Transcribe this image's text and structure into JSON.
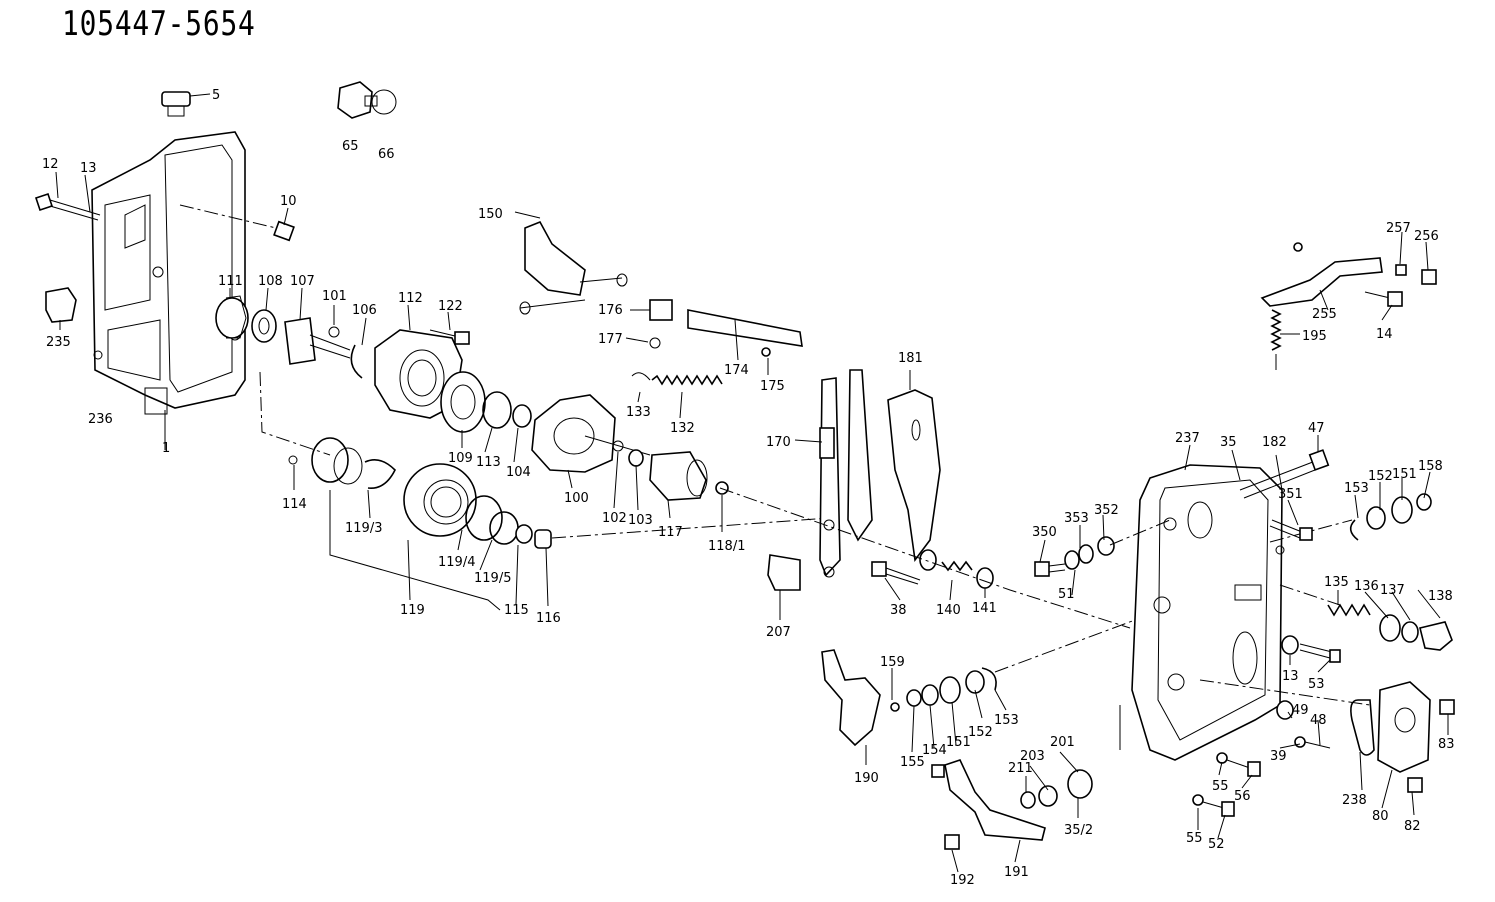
{
  "title": "105447-5654",
  "labels": [
    "5",
    "65",
    "66",
    "12",
    "13",
    "10",
    "235",
    "236",
    "1",
    "111",
    "108",
    "107",
    "101",
    "106",
    "112",
    "122",
    "114",
    "119/3",
    "109",
    "113",
    "104",
    "100",
    "102",
    "103",
    "117",
    "118/1",
    "119/4",
    "119/5",
    "119",
    "115",
    "116",
    "150",
    "176",
    "177",
    "174",
    "175",
    "133",
    "132",
    "181",
    "170",
    "207",
    "38",
    "140",
    "141",
    "159",
    "190",
    "155",
    "154",
    "151",
    "152",
    "153",
    "211",
    "203",
    "201",
    "35/2",
    "192",
    "191",
    "237",
    "35",
    "182",
    "47",
    "351",
    "350",
    "353",
    "352",
    "51",
    "153",
    "152",
    "151",
    "158",
    "135",
    "136",
    "137",
    "138",
    "13",
    "53",
    "49",
    "48",
    "39",
    "55",
    "56",
    "55",
    "52",
    "238",
    "80",
    "83",
    "82",
    "257",
    "256",
    "255",
    "14",
    "195"
  ]
}
